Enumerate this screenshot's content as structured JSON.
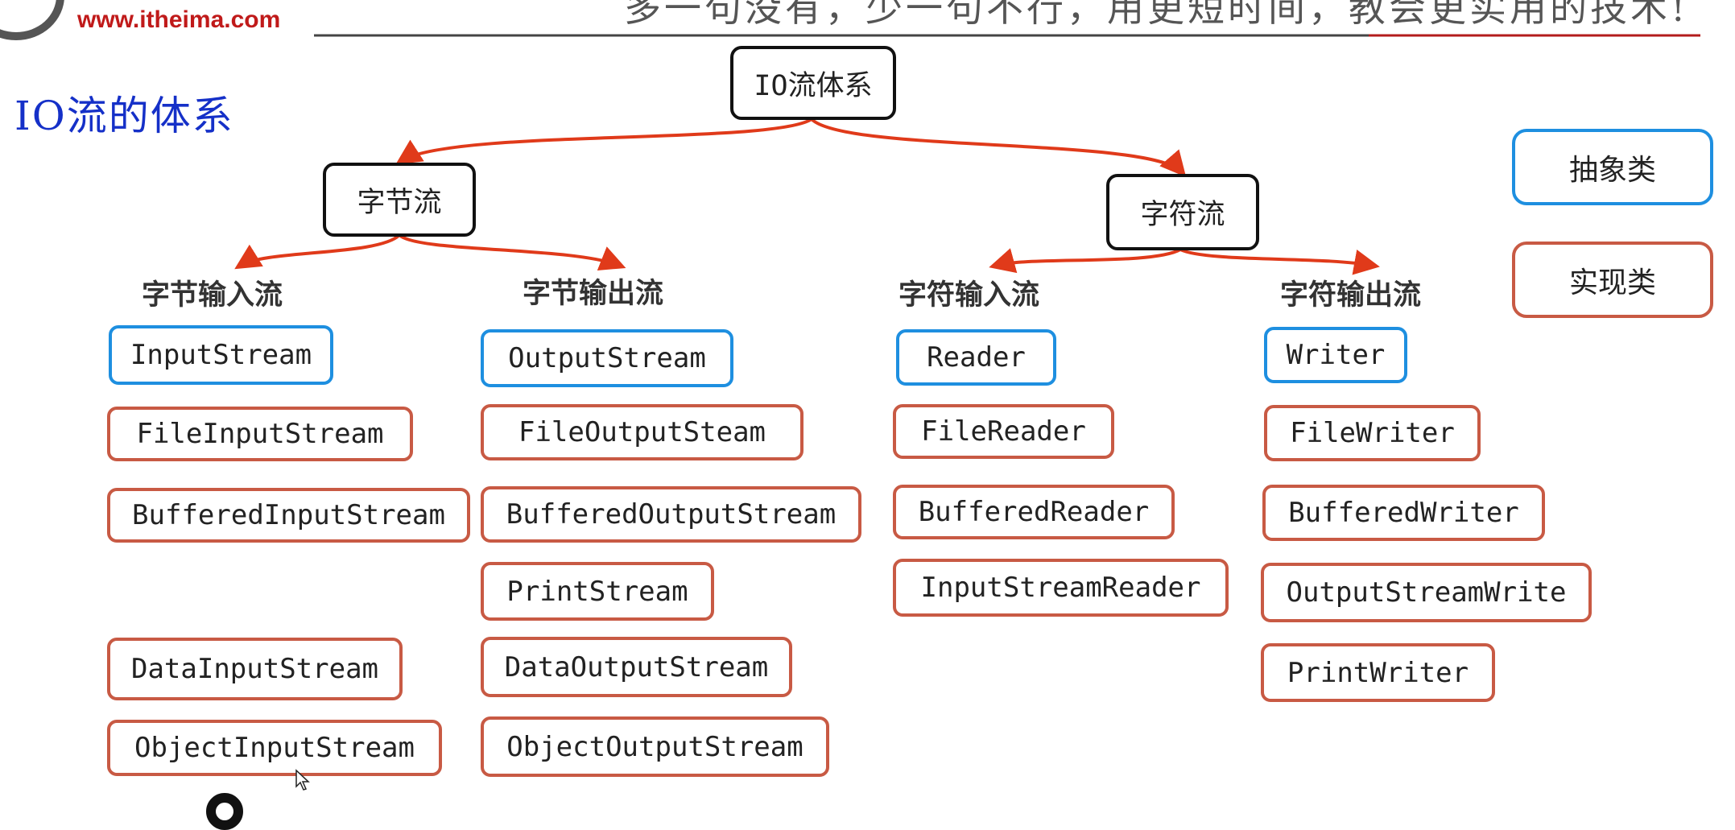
{
  "header": {
    "site": "www.itheima.com",
    "motto": "多一句没有，少一句不行，用更短时间，教会更实用的技术!",
    "title": "IO流的体系"
  },
  "colors": {
    "abstract_border": "#1e8fe0",
    "impl_border": "#c85a44",
    "arrow": "#e03a1a",
    "title": "#1530c8",
    "site": "#c01a1a"
  },
  "tree": {
    "root": "IO流体系",
    "byte_stream": "字节流",
    "char_stream": "字符流"
  },
  "legend": {
    "abstract": "抽象类",
    "implementation": "实现类"
  },
  "groups": {
    "byte_input": {
      "label": "字节输入流",
      "abstract": "InputStream",
      "impls": [
        "FileInputStream",
        "BufferedInputStream",
        "DataInputStream",
        "ObjectInputStream"
      ]
    },
    "byte_output": {
      "label": "字节输出流",
      "abstract": "OutputStream",
      "impls": [
        "FileOutputSteam",
        "BufferedOutputStream",
        "PrintStream",
        "DataOutputStream",
        "ObjectOutputStream"
      ]
    },
    "char_input": {
      "label": "字符输入流",
      "abstract": "Reader",
      "impls": [
        "FileReader",
        "BufferedReader",
        "InputStreamReader"
      ]
    },
    "char_output": {
      "label": "字符输出流",
      "abstract": "Writer",
      "impls": [
        "FileWriter",
        "BufferedWriter",
        "OutputStreamWrite",
        "PrintWriter"
      ]
    }
  }
}
